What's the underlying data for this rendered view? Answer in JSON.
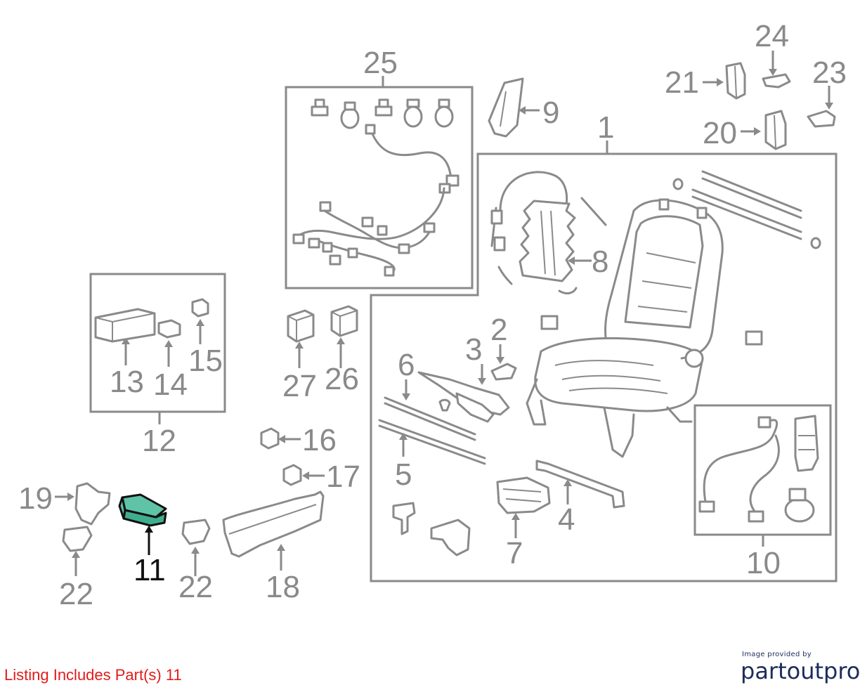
{
  "diagram": {
    "callouts": [
      "25",
      "24",
      "21",
      "23",
      "9",
      "1",
      "20",
      "8",
      "2",
      "3",
      "6",
      "12",
      "13",
      "14",
      "15",
      "27",
      "26",
      "16",
      "17",
      "19",
      "11",
      "22",
      "18",
      "5",
      "4",
      "7",
      "10"
    ],
    "highlight_part": "11",
    "highlight_color": "#5fc4a7",
    "line_color": "#8a8a8a"
  },
  "footer": {
    "listing": "Listing Includes Part(s) 11",
    "listing_color": "#e31b1b",
    "credit": "Image provided by",
    "brand": "partoutpro",
    "brand_color": "#1d2d5a"
  }
}
